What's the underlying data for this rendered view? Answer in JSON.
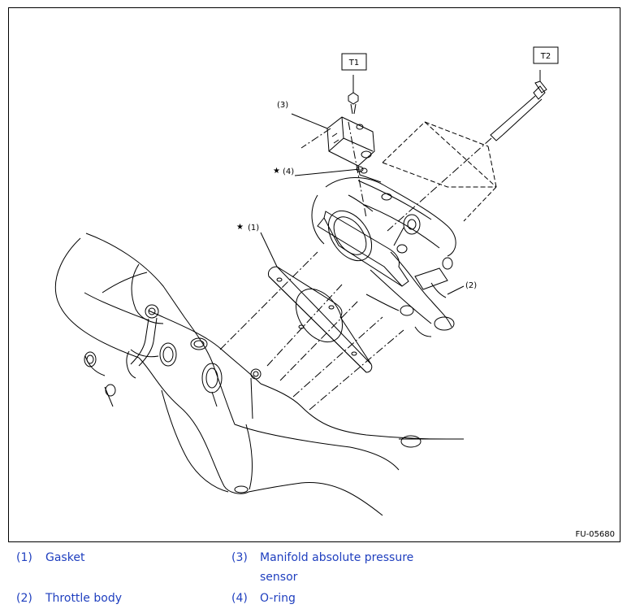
{
  "figure": {
    "id": "FU-05680",
    "torque_labels": [
      "T1",
      "T2"
    ],
    "callouts": [
      "(3)",
      "(4)",
      "(1)",
      "(2)"
    ],
    "star_symbol": "★"
  },
  "legend": [
    {
      "number": "(1)",
      "text": "Gasket"
    },
    {
      "number": "(2)",
      "text": "Throttle body"
    },
    {
      "number": "(3)",
      "text": "Manifold absolute pressure sensor"
    },
    {
      "number": "(4)",
      "text": "O-ring"
    }
  ],
  "colors": {
    "legend_text": "#1f3fbf",
    "line": "#000000"
  }
}
